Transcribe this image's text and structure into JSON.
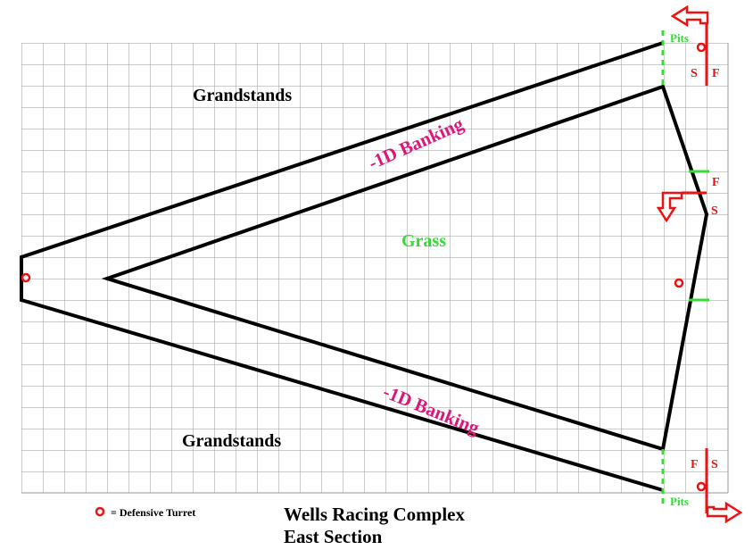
{
  "title": {
    "line1": "Wells Racing Complex",
    "line2": "East Section"
  },
  "labels": {
    "grandstands_top": "Grandstands",
    "grandstands_bottom": "Grandstands",
    "grass": "Grass",
    "banking_top": "-1D Banking",
    "banking_bottom": "-1D Banking",
    "pits_top": "Pits",
    "pits_bottom": "Pits"
  },
  "markers": {
    "top_s": "S",
    "top_f": "F",
    "mid_f": "F",
    "mid_s": "S",
    "bottom_f": "F",
    "bottom_s": "S"
  },
  "legend": {
    "turret_label": "= Defensive Turret"
  },
  "colors": {
    "grid": "#999999",
    "track": "#000000",
    "banking_text": "#e0157a",
    "grass_text": "#33dd33",
    "pits": "#33dd33",
    "markers": "#ee1111"
  }
}
